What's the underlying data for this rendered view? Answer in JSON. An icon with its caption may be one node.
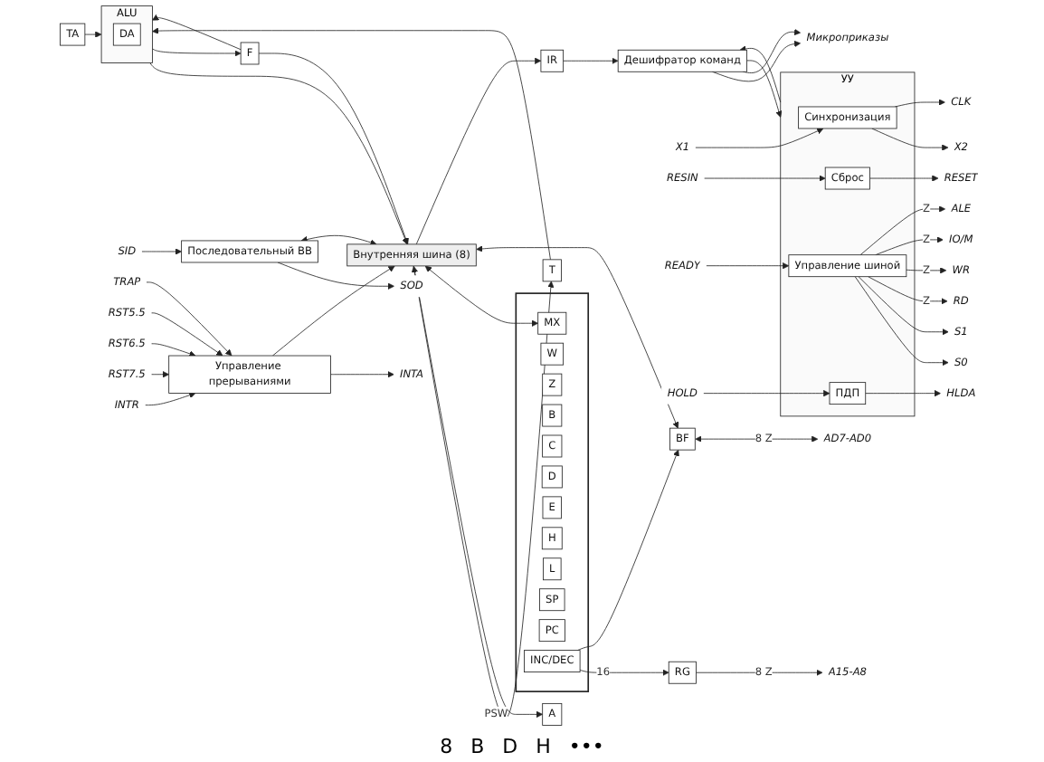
{
  "diagram": {
    "nodes": [
      {
        "text": [
          "Последовательный ВВ"
        ]
      },
      {
        "text": [
          "SID"
        ]
      },
      {
        "text": [
          "SOD"
        ]
      },
      {
        "text": [
          "Управление прерываниями"
        ]
      },
      {
        "text": [
          "TRAP"
        ]
      },
      {
        "text": [
          "RST5.5"
        ]
      },
      {
        "text": [
          "RST6.5"
        ]
      },
      {
        "text": [
          "RST7.5"
        ]
      },
      {
        "text": [
          "INTR"
        ]
      },
      {
        "text": [
          "INTA"
        ]
      },
      {
        "text": [
          "Внутренняя шина (8)"
        ]
      },
      {
        "text": [
          "T"
        ]
      },
      {
        "text": [
          "A"
        ]
      },
      {
        "text": [
          "F"
        ]
      },
      {
        "text": [
          "TA"
        ]
      },
      {
        "text": [
          "ALU"
        ]
      },
      {
        "text": [
          "DA"
        ],
        "in": 15
      },
      {
        "text": [],
        "shape": "box"
      },
      {
        "text": [
          "MX"
        ],
        "in": 17
      },
      {
        "text": [
          "W"
        ],
        "in": 17
      },
      {
        "text": [
          "Z"
        ],
        "in": 17
      },
      {
        "text": [
          "B"
        ],
        "in": 17
      },
      {
        "text": [
          "C"
        ],
        "in": 17
      },
      {
        "text": [
          "D"
        ],
        "in": 17
      },
      {
        "text": [
          "E"
        ],
        "in": 17
      },
      {
        "text": [
          "H"
        ],
        "in": 17
      },
      {
        "text": [
          "L"
        ],
        "in": 17
      },
      {
        "text": [
          "SP"
        ],
        "in": 17
      },
      {
        "text": [
          "PC"
        ],
        "in": 17
      },
      {
        "text": [
          "INC/DEC"
        ],
        "in": 17
      },
      {
        "text": [
          "IR"
        ]
      },
      {
        "text": [
          "Дешифратор команд"
        ]
      },
      {
        "text": [
          "Микроприказы"
        ]
      },
      {
        "text": [
          "УУ"
        ]
      },
      {
        "text": [
          "Синхронизация"
        ],
        "in": 33
      },
      {
        "text": [
          "Сброс"
        ],
        "in": 33
      },
      {
        "text": [
          "Управление шиной"
        ],
        "in": 33
      },
      {
        "text": [
          "ПДП"
        ],
        "in": 33
      },
      {
        "text": [
          "X1"
        ]
      },
      {
        "text": [
          "X2"
        ]
      },
      {
        "text": [
          "CLK"
        ]
      },
      {
        "text": [
          "RESIN"
        ]
      },
      {
        "text": [
          "RESET"
        ]
      },
      {
        "text": [
          "S0"
        ]
      },
      {
        "text": [
          "S1"
        ]
      },
      {
        "text": [
          "RD"
        ]
      },
      {
        "text": [
          "WR"
        ]
      },
      {
        "text": [
          "IO/M"
        ]
      },
      {
        "text": [
          "ALE"
        ]
      },
      {
        "text": [
          "READY"
        ]
      },
      {
        "text": [
          "HOLD"
        ]
      },
      {
        "text": [
          "HLDA"
        ]
      },
      {
        "text": [
          "RG"
        ]
      },
      {
        "text": [
          "A15-A8"
        ]
      },
      {
        "text": [
          "BF"
        ]
      },
      {
        "text": [
          "AD7-AD0"
        ]
      }
    ],
    "edges": [
      {
        "from": 1,
        "to": 0,
        "arrow": "to"
      },
      {
        "from": 0,
        "to": 2,
        "arrow": "to"
      },
      {
        "from": 0,
        "to": 10,
        "arrow": "both"
      },
      {
        "from": 4,
        "to": 3,
        "arrow": "to"
      },
      {
        "from": 5,
        "to": 3,
        "arrow": "to"
      },
      {
        "from": 6,
        "to": 3,
        "arrow": "to"
      },
      {
        "from": 7,
        "to": 3,
        "arrow": "to"
      },
      {
        "from": 8,
        "to": 3,
        "arrow": "to"
      },
      {
        "from": 3,
        "to": 9,
        "arrow": "to"
      },
      {
        "from": 3,
        "to": 10,
        "arrow": "to"
      },
      {
        "from": 10,
        "to": 11,
        "arrow": "to"
      },
      {
        "from": 10,
        "to": 12,
        "arrow": "both",
        "label": "PSW"
      },
      {
        "from": 13,
        "to": 10,
        "arrow": "to"
      },
      {
        "from": 11,
        "to": 15,
        "arrow": "to"
      },
      {
        "from": 14,
        "to": 15,
        "arrow": "to"
      },
      {
        "from": 15,
        "to": 10,
        "arrow": "to"
      },
      {
        "from": 15,
        "to": 13,
        "arrow": "to"
      },
      {
        "from": 13,
        "to": 15,
        "arrow": "to"
      },
      {
        "from": 10,
        "to": 18,
        "arrow": "both"
      },
      {
        "from": 29,
        "to": 52,
        "arrow": "to",
        "label": "16"
      },
      {
        "from": 29,
        "to": 54,
        "arrow": "to"
      },
      {
        "from": 10,
        "to": 54,
        "arrow": "both"
      },
      {
        "from": 52,
        "to": 53,
        "arrow": "to",
        "label": "8 Z"
      },
      {
        "from": 54,
        "to": 55,
        "arrow": "both",
        "label": "8 Z"
      },
      {
        "from": 10,
        "to": 30,
        "arrow": "to"
      },
      {
        "from": 30,
        "to": 31,
        "arrow": "to"
      },
      {
        "from": 31,
        "to": 32,
        "arrow": "to"
      },
      {
        "from": 31,
        "to": 32,
        "arrow": "to"
      },
      {
        "from": 33,
        "to": 31,
        "arrow": "to"
      },
      {
        "from": 31,
        "to": 33,
        "arrow": "to"
      },
      {
        "from": 38,
        "to": 34,
        "arrow": "to"
      },
      {
        "from": 34,
        "to": 39,
        "arrow": "to"
      },
      {
        "from": 34,
        "to": 40,
        "arrow": "to"
      },
      {
        "from": 41,
        "to": 35,
        "arrow": "to"
      },
      {
        "from": 35,
        "to": 42,
        "arrow": "to"
      },
      {
        "from": 36,
        "to": 43,
        "arrow": "to"
      },
      {
        "from": 36,
        "to": 44,
        "arrow": "to"
      },
      {
        "from": 36,
        "to": 45,
        "arrow": "to",
        "label": "Z"
      },
      {
        "from": 36,
        "to": 46,
        "arrow": "to",
        "label": "Z"
      },
      {
        "from": 36,
        "to": 47,
        "arrow": "to",
        "label": "Z"
      },
      {
        "from": 36,
        "to": 48,
        "arrow": "to",
        "label": "Z"
      },
      {
        "from": 49,
        "to": 36,
        "arrow": "to"
      },
      {
        "from": 50,
        "to": 37,
        "arrow": "to"
      },
      {
        "from": 37,
        "to": 51,
        "arrow": "to"
      }
    ],
    "labels": [
      "8",
      "B",
      "D",
      "H",
      "•••"
    ]
  }
}
